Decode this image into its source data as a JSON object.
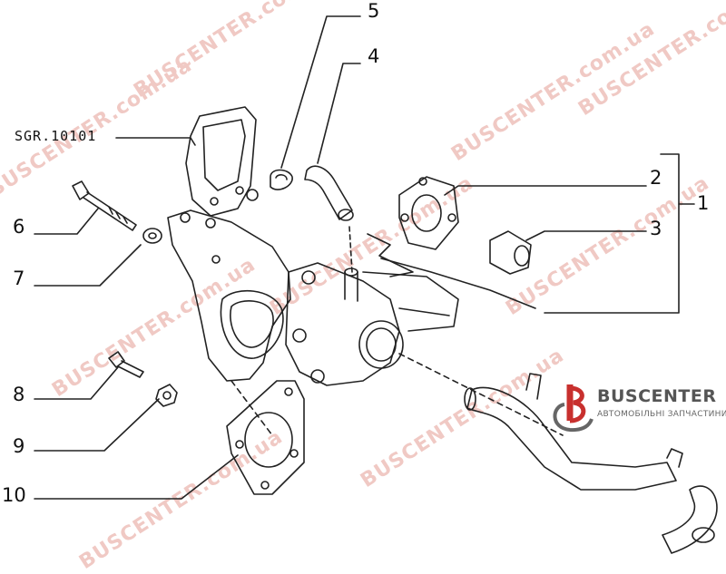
{
  "watermark": {
    "text": "BUSCENTER.com.ua"
  },
  "callouts": {
    "ref_code": "SGR.10101",
    "n1": "1",
    "n2": "2",
    "n3": "3",
    "n4": "4",
    "n5": "5",
    "n6": "6",
    "n7": "7",
    "n8": "8",
    "n9": "9",
    "n10": "10"
  },
  "logo": {
    "name": "BUSCENTER",
    "tagline": "АВТОМОБІЛЬНІ ЗАПЧАСТИНИ"
  },
  "colors": {
    "line": "#222222",
    "watermark": "#f0c9c4",
    "logo_red": "#c8302e",
    "logo_grey": "#666666"
  }
}
